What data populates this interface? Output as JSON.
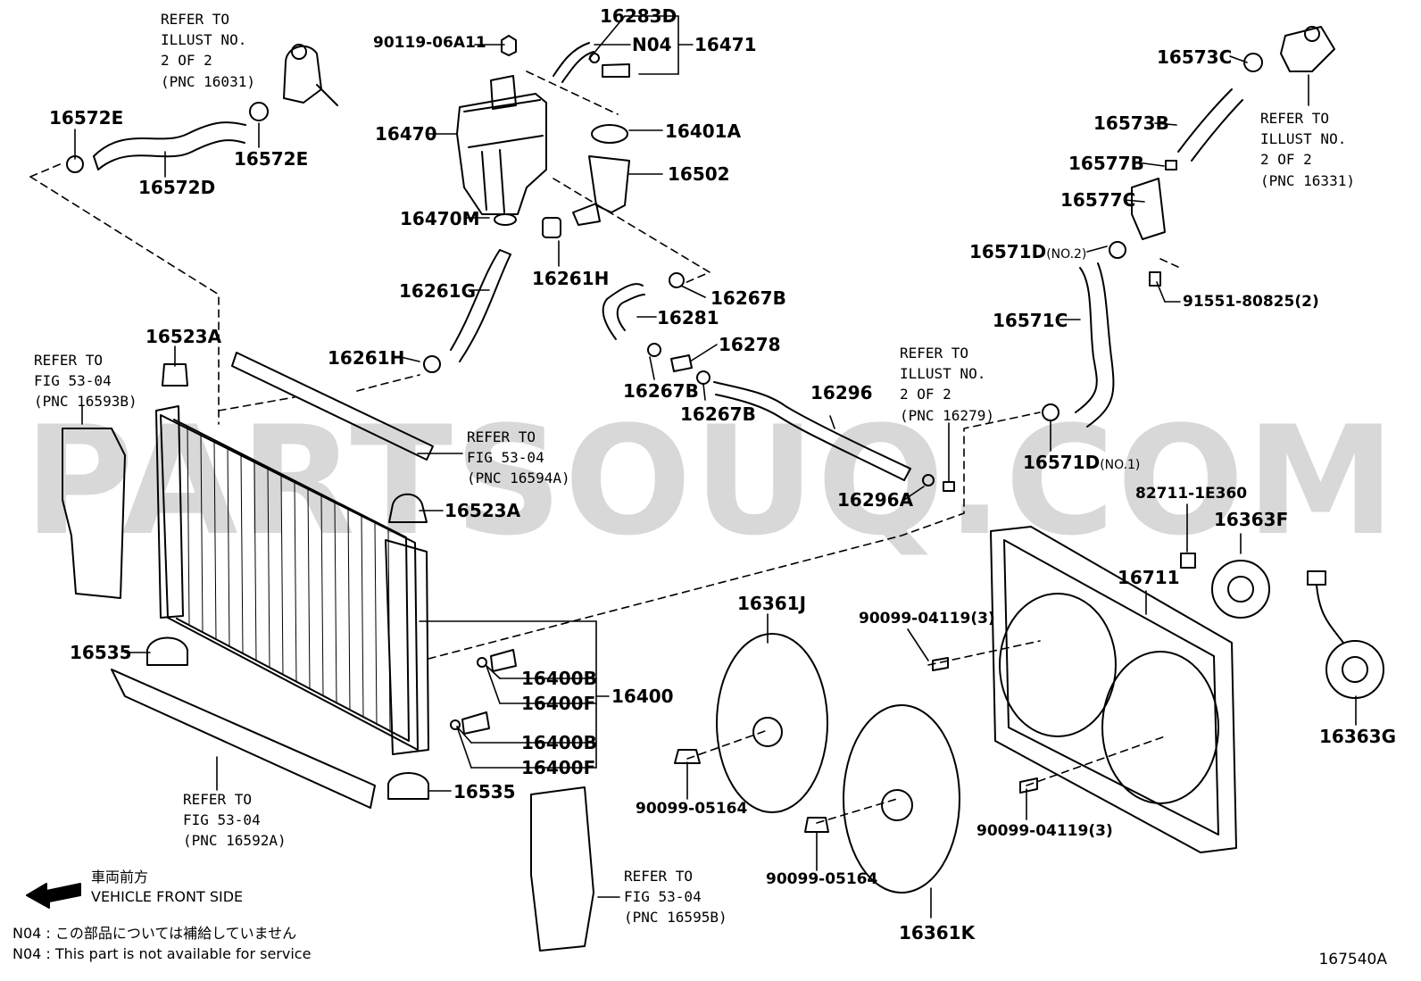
{
  "watermark": "PARTSOUQ.COM",
  "figure_number": "167540A",
  "labels": {
    "p90119": "90119-06A11",
    "p16283D": "16283D",
    "pN04": "N04",
    "p16471": "16471",
    "p16470": "16470",
    "p16401A": "16401A",
    "p16502": "16502",
    "p16470M": "16470M",
    "p16572E_a": "16572E",
    "p16572E_b": "16572E",
    "p16572D": "16572D",
    "p16261G": "16261G",
    "p16261H_a": "16261H",
    "p16261H_b": "16261H",
    "p16281": "16281",
    "p16267B_a": "16267B",
    "p16267B_b": "16267B",
    "p16267B_c": "16267B",
    "p16278": "16278",
    "p16296": "16296",
    "p16296A": "16296A",
    "p16523A_a": "16523A",
    "p16523A_b": "16523A",
    "p16535_a": "16535",
    "p16535_b": "16535",
    "p16400B_a": "16400B",
    "p16400F_a": "16400F",
    "p16400B_b": "16400B",
    "p16400F_b": "16400F",
    "p16400": "16400",
    "p16573C": "16573C",
    "p16573B": "16573B",
    "p16577B": "16577B",
    "p16577C": "16577C",
    "p16571D_2": "16571D",
    "p16571D_2_note": "(NO.2)",
    "p91551": "91551-80825(2)",
    "p16571C": "16571C",
    "p16571D_1": "16571D",
    "p16571D_1_note": "(NO.1)",
    "p82711": "82711-1E360",
    "p16363F": "16363F",
    "p16711": "16711",
    "p16361J": "16361J",
    "p90099_04119_a": "90099-04119(3)",
    "p90099_04119_b": "90099-04119(3)",
    "p90099_05164_a": "90099-05164",
    "p90099_05164_b": "90099-05164",
    "p16361K": "16361K",
    "p16363G": "16363G"
  },
  "refs": {
    "r16031": [
      "REFER TO",
      "ILLUST NO.",
      "2 OF 2",
      "(PNC 16031)"
    ],
    "r16331": [
      "REFER TO",
      "ILLUST NO.",
      "2 OF 2",
      "(PNC 16331)"
    ],
    "r16593B": [
      "REFER TO",
      "FIG 53-04",
      "(PNC 16593B)"
    ],
    "r16594A": [
      "REFER TO",
      "FIG 53-04",
      "(PNC 16594A)"
    ],
    "r16279": [
      "REFER TO",
      "ILLUST NO.",
      "2 OF 2",
      "(PNC 16279)"
    ],
    "r16592A": [
      "REFER TO",
      "FIG 53-04",
      "(PNC 16592A)"
    ],
    "r16595B": [
      "REFER TO",
      "FIG 53-04",
      "(PNC 16595B)"
    ]
  },
  "legend": {
    "direction_jp": "車両前方",
    "direction_en": "VEHICLE FRONT SIDE",
    "n04_jp": "N04 : この部品については補給していません",
    "n04_en": "N04 : This part is not available for service"
  }
}
